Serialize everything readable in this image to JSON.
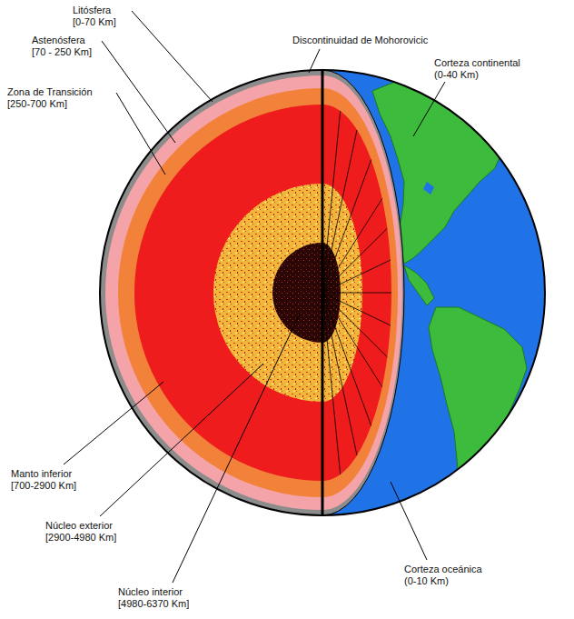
{
  "diagram": {
    "labels": [
      "Litósfera",
      "[0-70 Km]",
      "Astenósfera",
      "[70 - 250 Km]",
      "Zona de Transición",
      "[250-700 Km]",
      "Discontinuidad de Mohorovicic",
      "Corteza continental",
      "(0-40 Km)",
      "Manto inferior",
      "[700-2900 Km]",
      "Núcleo exterior",
      "[2900-4980 Km]",
      "Núcleo interior",
      "[4980-6370 Km]",
      "Corteza oceánica",
      "(0-10 Km)"
    ]
  }
}
